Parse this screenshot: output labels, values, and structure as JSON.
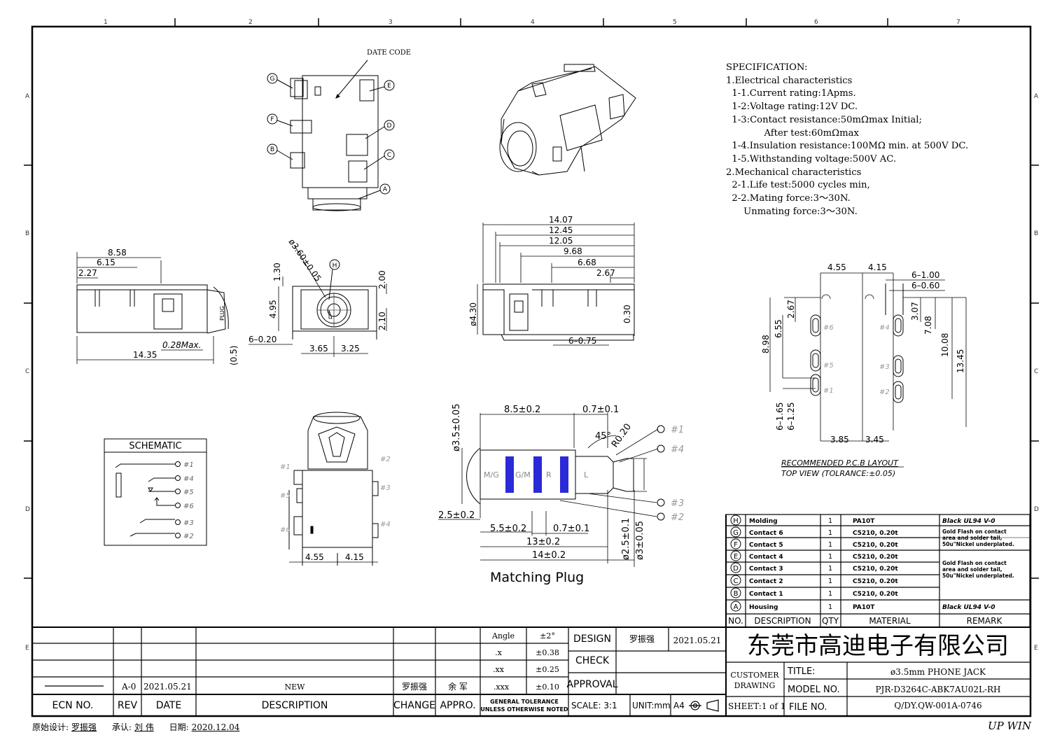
{
  "drawing": {
    "date_code_label": "DATE CODE",
    "zone_numbers": [
      "1",
      "2",
      "3",
      "4",
      "5",
      "6",
      "7"
    ],
    "zone_letters": [
      "A",
      "B",
      "C",
      "D",
      "E"
    ],
    "pin_letters": [
      "G",
      "F",
      "B",
      "E",
      "D",
      "C",
      "A",
      "H"
    ],
    "side_view_dims": {
      "d1": "8.58",
      "d2": "6.15",
      "d3": "2.27",
      "d4": "0.28Max.",
      "d5": "14.35",
      "plug": "PLUG"
    },
    "front_view_dims": {
      "dia": "ø3.60±0.05",
      "h1": "1.30",
      "h2": "4.95",
      "h3": "2.00",
      "h4": "2.10",
      "w1": "3.65",
      "w2": "3.25",
      "n1": "6–0.20",
      "p": "(0.5)",
      "h": "H"
    },
    "top_view_dims": {
      "l1": "14.07",
      "l2": "12.45",
      "l3": "12.05",
      "l4": "9.68",
      "l5": "6.68",
      "l6": "2.67",
      "dia": "ø4.30",
      "h": "0.30",
      "n": "6–0.75"
    },
    "bottom_view_dims": {
      "w1": "4.55",
      "w2": "4.15"
    },
    "pin_tags": {
      "p1": "#1",
      "p2": "#2",
      "p3": "#3",
      "p4": "#4",
      "p5": "#5",
      "p6": "#6"
    },
    "schematic": {
      "title": "SCHEMATIC",
      "pins": [
        "#1",
        "#4",
        "#5",
        "#6",
        "#3",
        "#2"
      ]
    },
    "plug": {
      "d1": "8.5±0.2",
      "d2": "0.7±0.1",
      "d3": "ø3.5±0.05",
      "d4": "2.5±0.2",
      "d5": "5.5±0.2",
      "d6": "0.7±0.1",
      "d7": "13±0.2",
      "d8": "14±0.2",
      "d9": "ø2.5±0.1",
      "d10": "ø3±0.05",
      "angle": "45°",
      "radius": "R0.20",
      "segments": [
        "M/G",
        "G/M",
        "R",
        "L"
      ],
      "pins": [
        "#1",
        "#4",
        "#3",
        "#2"
      ],
      "caption": "Matching Plug"
    },
    "pcb": {
      "top1": "4.55",
      "top2": "4.15",
      "n1": "6–1.00",
      "n2": "6–0.60",
      "v1": "2.67",
      "v2": "6.55",
      "v3": "8.98",
      "v4": "3.07",
      "v5": "7.08",
      "v6": "10.08",
      "v7": "13.45",
      "b1": "3.85",
      "b2": "3.45",
      "s1": "6–1.65",
      "s2": "6–1.25",
      "pins": [
        "#6",
        "#5",
        "#1",
        "#4",
        "#3",
        "#2"
      ],
      "caption1": "RECOMMENDED P.C.B LAYOUT",
      "caption2": "TOP VIEW (TOLRANCE:±0.05)"
    }
  },
  "specification": "SPECIFICATION:\n1.Electrical characteristics\n  1-1.Current rating:1Apms.\n  1-2:Voltage rating:12V DC.\n  1-3:Contact resistance:50mΩmax Initial;\n             After test:60mΩmax\n  1-4.Insulation resistance:100MΩ min. at 500V DC.\n  1-5.Withstanding voltage:500V AC.\n2.Mechanical characteristics\n  2-1.Life test:5000 cycles min,\n  2-2.Mating force:3～30N.\n      Unmating force:3～30N.",
  "bom": {
    "headers": [
      "NO.",
      "DESCRIPTION",
      "QTY",
      "MATERIAL",
      "REMARK"
    ],
    "rows": [
      {
        "no": "H",
        "desc": "Molding",
        "qty": "1",
        "mat": "PA10T",
        "remark": "Black UL94 V-0"
      },
      {
        "no": "G",
        "desc": "Contact 6",
        "qty": "1",
        "mat": "C5210, 0.20t",
        "remark": "Gold Flash on contact area and solder tail, 50u\"Nickel underplated."
      },
      {
        "no": "F",
        "desc": "Contact 5",
        "qty": "1",
        "mat": "C5210, 0.20t",
        "remark": ""
      },
      {
        "no": "E",
        "desc": "Contact 4",
        "qty": "1",
        "mat": "C5210, 0.20t",
        "remark": "Gold Flash on contact area and solder tail, 50u\"Nickel underplated."
      },
      {
        "no": "D",
        "desc": "Contact 3",
        "qty": "1",
        "mat": "C5210, 0.20t",
        "remark": ""
      },
      {
        "no": "C",
        "desc": "Contact 2",
        "qty": "1",
        "mat": "C5210, 0.20t",
        "remark": ""
      },
      {
        "no": "B",
        "desc": "Contact 1",
        "qty": "1",
        "mat": "C5210, 0.20t",
        "remark": ""
      },
      {
        "no": "A",
        "desc": "Housing",
        "qty": "1",
        "mat": "PA10T",
        "remark": "Black UL94 V-0"
      }
    ]
  },
  "title_block": {
    "rev_row": {
      "rev": "A-0",
      "date": "2021.05.21",
      "desc": "NEW",
      "change": "罗振强",
      "appro": "余 军"
    },
    "rev_headers": {
      "ecn": "ECN NO.",
      "rev": "REV",
      "date": "DATE",
      "desc": "DESCRIPTION",
      "change": "CHANGE",
      "appro": "APPRO."
    },
    "tolerance": [
      {
        "k": "Angle",
        "v": "±2°"
      },
      {
        "k": ".x",
        "v": "±0.38"
      },
      {
        "k": ".xx",
        "v": "±0.25"
      },
      {
        "k": ".xxx",
        "v": "±0.10"
      }
    ],
    "general_tol_1": "GENERAL TOLERANCE",
    "general_tol_2": "UNLESS OTHERWISE NOTED",
    "design_label": "DESIGN",
    "designer": "罗振强",
    "design_date": "2021.05.21",
    "check_label": "CHECK",
    "approval_label": "APPROVAL",
    "scale": "SCALE: 3:1",
    "unit": "UNIT:mm",
    "paper": "A4",
    "company": "东莞市高迪电子有限公司",
    "customer_drawing_1": "CUSTOMER",
    "customer_drawing_2": "DRAWING",
    "title_label": "TITLE:",
    "title_value": "ø3.5mm PHONE JACK",
    "model_label": "MODEL NO.",
    "model_value": "PJR-D3264C-ABK7AU02L-RH",
    "sheet": "SHEET:1 of 1",
    "file_label": "FILE NO.",
    "file_value": "Q/DY.QW-001A-0746"
  },
  "footer": {
    "designer_label": "原始设计:",
    "designer": "罗振强",
    "approve_label": "承认:",
    "approver": "刘 伟",
    "date_label": "日期:",
    "date": "2020.12.04",
    "brand": "UP WIN"
  }
}
